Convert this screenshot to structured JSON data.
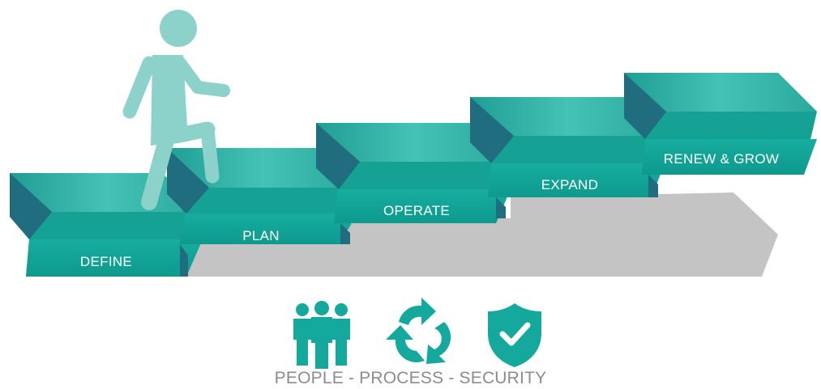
{
  "steps": [
    {
      "label": "DEFINE"
    },
    {
      "label": "PLAN"
    },
    {
      "label": "OPERATE"
    },
    {
      "label": "EXPAND"
    },
    {
      "label": "RENEW & GROW"
    }
  ],
  "icons": [
    "people-icon",
    "process-cycle-icon",
    "security-shield-icon",
    "walking-person-icon"
  ],
  "tagline": "PEOPLE - PROCESS - SECURITY",
  "colors": {
    "teal_top": "#2fb3a6",
    "teal_light": "#4cc7bb",
    "teal_front": "#10a597",
    "teal_dark": "#1f6d7e",
    "shadow": "#c4c4c4",
    "figure": "#8dd1cb",
    "icon": "#14a99c",
    "text_gray": "#8c8c8c"
  }
}
